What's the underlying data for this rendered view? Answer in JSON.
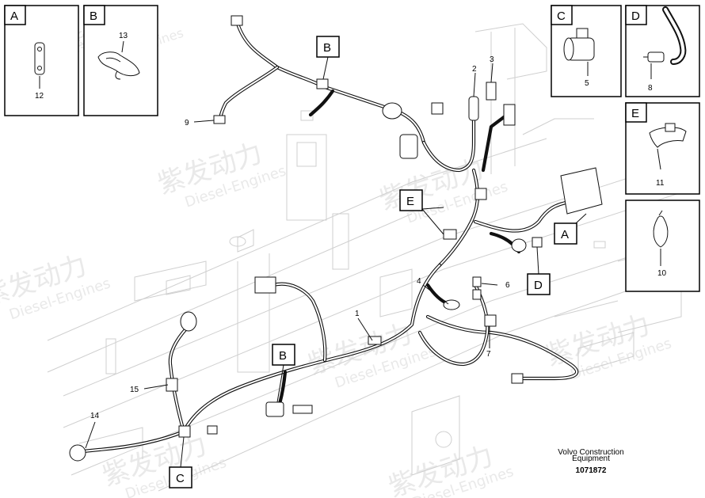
{
  "watermark": {
    "brand_cn": "紫发动力",
    "brand_en": "Diesel-Engines"
  },
  "footer": {
    "company_line1": "Volvo Construction",
    "company_line2": "Equipment",
    "drawing_number": "1071872"
  },
  "detail_boxes": [
    {
      "letter": "A",
      "part_number": "12"
    },
    {
      "letter": "B",
      "part_number": "13"
    },
    {
      "letter": "C",
      "part_number": "5"
    },
    {
      "letter": "D",
      "part_number": "8"
    },
    {
      "letter": "E",
      "part_number": "11"
    },
    {
      "letter": "",
      "part_number": "10"
    }
  ],
  "callout_letters": [
    "A",
    "B",
    "B",
    "C",
    "D",
    "E"
  ],
  "part_labels": [
    "1",
    "2",
    "3",
    "4",
    "6",
    "7",
    "9",
    "14",
    "15"
  ]
}
